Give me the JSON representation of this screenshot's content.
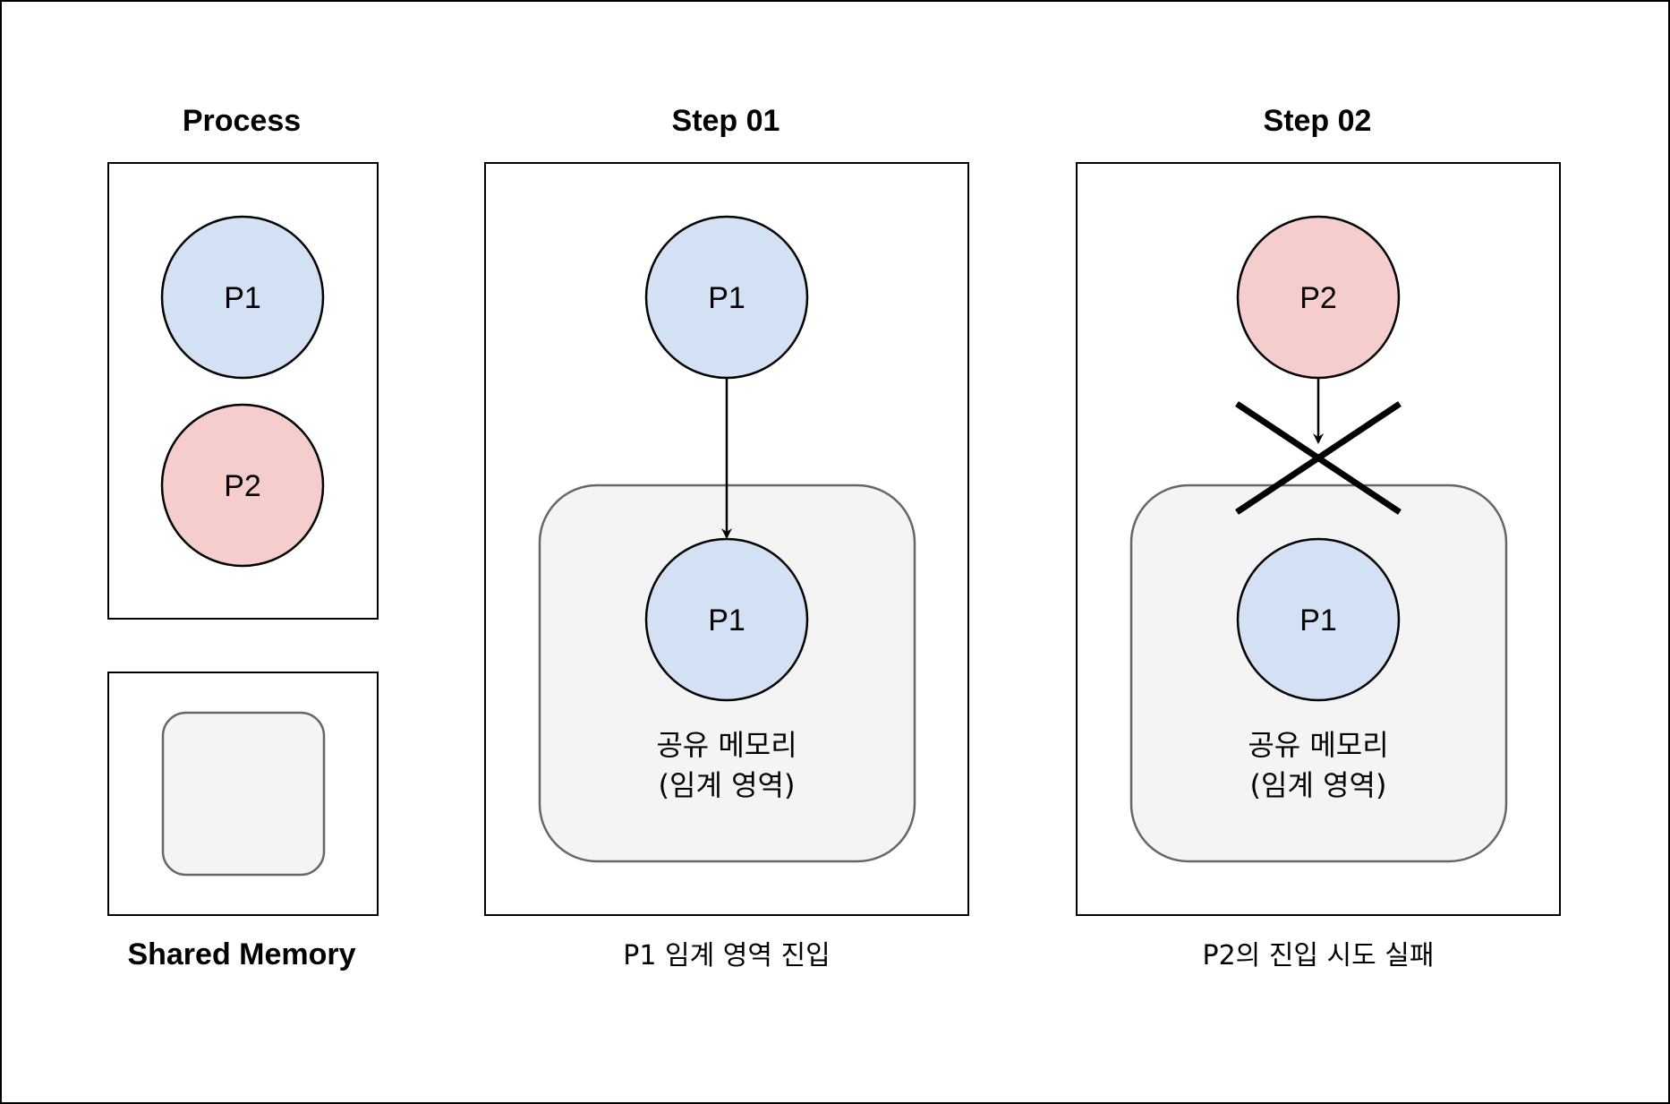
{
  "colors": {
    "p1_fill": "#d4e1f4",
    "p2_fill": "#f6cdcd",
    "memory_fill": "#f4f4f4",
    "memory_stroke": "#666666",
    "stroke": "#000000",
    "background": "#ffffff"
  },
  "legend": {
    "process_title": "Process",
    "process_nodes": [
      "P1",
      "P2"
    ],
    "shared_memory_title": "Shared Memory"
  },
  "step1": {
    "title": "Step 01",
    "source_node": "P1",
    "memory_node": "P1",
    "memory_label_line1": "공유 메모리",
    "memory_label_line2": "(임계 영역)",
    "caption": "P1 임계 영역 진입"
  },
  "step2": {
    "title": "Step 02",
    "source_node": "P2",
    "memory_node": "P1",
    "memory_label_line1": "공유 메모리",
    "memory_label_line2": "(임계 영역)",
    "caption": "P2의 진입 시도 실패",
    "blocked_marker": "cross-icon"
  }
}
